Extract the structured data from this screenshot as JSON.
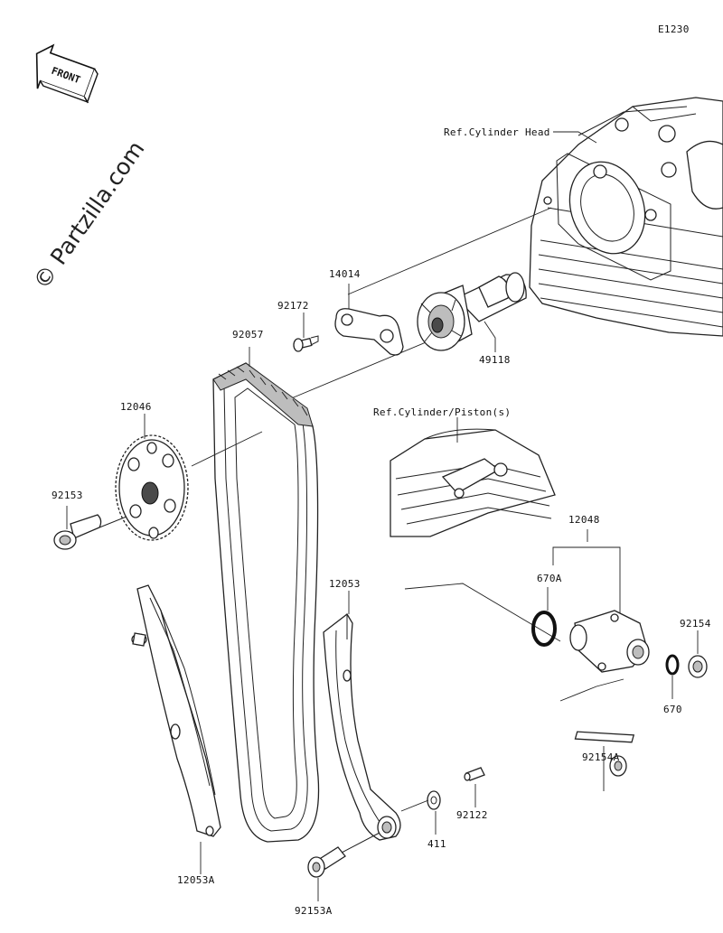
{
  "diagram_code": "E1230",
  "front_label": "FRONT",
  "watermark": "© Partzilla.com",
  "references": {
    "cylinder_head": "Ref.Cylinder Head",
    "cylinder_piston": "Ref.Cylinder/Piston(s)"
  },
  "parts": {
    "p14014": "14014",
    "p92172": "92172",
    "p49118": "49118",
    "p92057": "92057",
    "p12046": "12046",
    "p92153": "92153",
    "p12048": "12048",
    "p670A": "670A",
    "p92154": "92154",
    "p670": "670",
    "p92154A": "92154A",
    "p12053": "12053",
    "p12053A": "12053A",
    "p92122": "92122",
    "p411": "411",
    "p92153A": "92153A"
  }
}
